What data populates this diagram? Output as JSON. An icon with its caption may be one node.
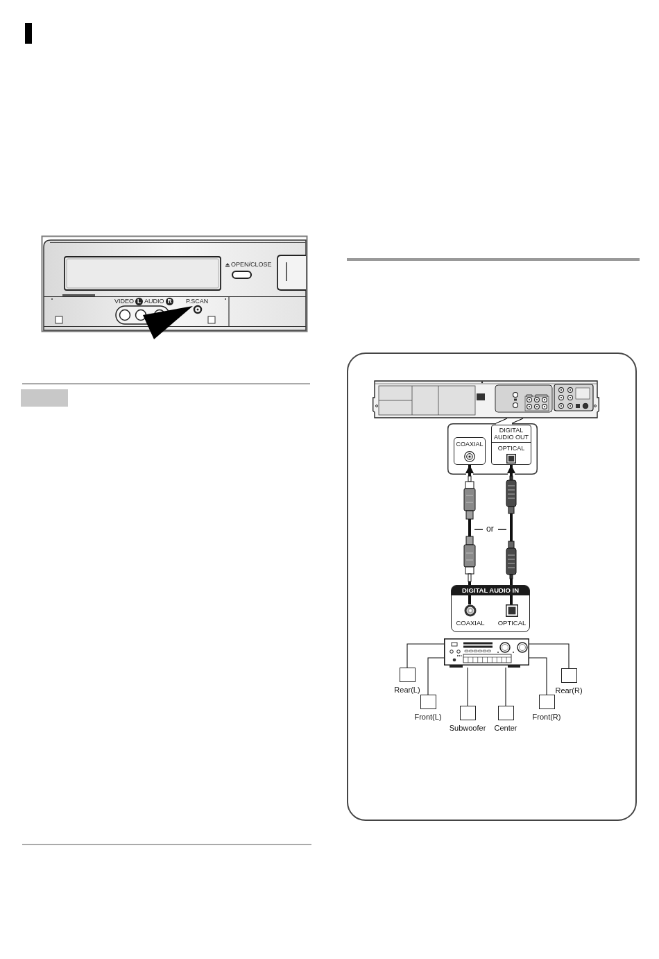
{
  "diagram": {
    "nodes": [
      {
        "text": [],
        "shape": "picture"
      },
      {
        "text": [],
        "shape": "box"
      },
      {
        "text": [
          "COAXIAL"
        ],
        "in": 1
      },
      {
        "text": [
          "DIGITAL AUDIO OUT",
          "OPTICAL"
        ],
        "in": 1
      },
      {
        "text": [
          "DIGITAL AUDIO IN"
        ]
      },
      {
        "text": [
          "COAXIAL"
        ],
        "in": 4
      },
      {
        "text": [
          "OPTICAL"
        ],
        "in": 4
      },
      {
        "text": [],
        "shape": "picture"
      },
      {
        "text": [
          "Rear(L)"
        ]
      },
      {
        "text": [
          "Front(L)"
        ]
      },
      {
        "text": [
          "Subwoofer"
        ]
      },
      {
        "text": [
          "Center"
        ]
      },
      {
        "text": [
          "Front(R)"
        ]
      },
      {
        "text": [
          "Rear(R)"
        ]
      }
    ],
    "edges": [
      {
        "from": 1,
        "to": 0,
        "arrow": "none"
      },
      {
        "from": 5,
        "to": 2,
        "arrow": "to",
        "style": "thick"
      },
      {
        "from": 6,
        "to": 3,
        "arrow": "to",
        "style": "thick"
      },
      {
        "from": 7,
        "to": 8,
        "arrow": "none"
      },
      {
        "from": 7,
        "to": 9,
        "arrow": "none"
      },
      {
        "from": 7,
        "to": 10,
        "arrow": "none"
      },
      {
        "from": 7,
        "to": 11,
        "arrow": "none"
      },
      {
        "from": 7,
        "to": 12,
        "arrow": "none"
      },
      {
        "from": 7,
        "to": 13,
        "arrow": "none"
      }
    ],
    "labels": [
      "OPEN/CLOSE",
      "VIDEO",
      "L",
      "AUDIO",
      "R",
      "P.SCAN",
      "or"
    ]
  }
}
